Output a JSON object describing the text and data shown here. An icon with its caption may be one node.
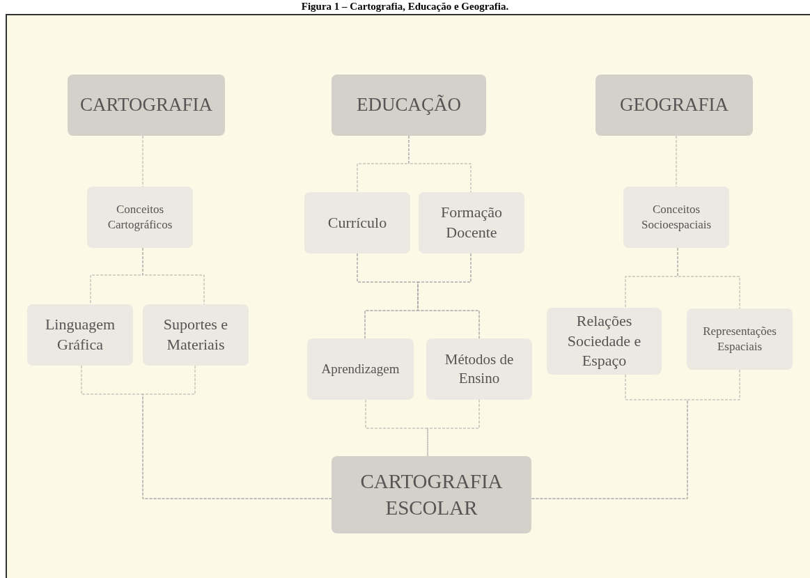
{
  "diagram": {
    "title": "Figura 1 – Cartografia, Educação e Geografia.",
    "nodes": [
      {
        "text": [
          "CARTOGRAFIA"
        ]
      },
      {
        "text": [
          "EDUCAÇÃO"
        ]
      },
      {
        "text": [
          "GEOGRAFIA"
        ]
      },
      {
        "text": [
          "Conceitos Cartográficos"
        ]
      },
      {
        "text": [
          "Linguagem Gráfica"
        ]
      },
      {
        "text": [
          "Suportes e Materiais"
        ]
      },
      {
        "text": [
          "Currículo"
        ]
      },
      {
        "text": [
          "Formação Docente"
        ]
      },
      {
        "text": [
          "Aprendizagem"
        ]
      },
      {
        "text": [
          "Métodos de Ensino"
        ]
      },
      {
        "text": [
          "Conceitos Socioespaciais"
        ]
      },
      {
        "text": [
          "Relações Sociedade e Espaço"
        ]
      },
      {
        "text": [
          "Representações Espaciais"
        ]
      },
      {
        "text": [
          "CARTOGRAFIA ESCOLAR"
        ]
      }
    ],
    "edges": [
      {
        "from": 0,
        "to": 3,
        "arrow": "none"
      },
      {
        "from": 3,
        "to": 4,
        "arrow": "none"
      },
      {
        "from": 3,
        "to": 5,
        "arrow": "none"
      },
      {
        "from": 4,
        "to": 13,
        "arrow": "none"
      },
      {
        "from": 5,
        "to": 13,
        "arrow": "none"
      },
      {
        "from": 1,
        "to": 6,
        "arrow": "none"
      },
      {
        "from": 1,
        "to": 7,
        "arrow": "none"
      },
      {
        "from": 6,
        "to": 8,
        "arrow": "none"
      },
      {
        "from": 6,
        "to": 9,
        "arrow": "none"
      },
      {
        "from": 7,
        "to": 8,
        "arrow": "none"
      },
      {
        "from": 7,
        "to": 9,
        "arrow": "none"
      },
      {
        "from": 8,
        "to": 13,
        "arrow": "none"
      },
      {
        "from": 9,
        "to": 13,
        "arrow": "none"
      },
      {
        "from": 2,
        "to": 10,
        "arrow": "none"
      },
      {
        "from": 10,
        "to": 11,
        "arrow": "none"
      },
      {
        "from": 10,
        "to": 12,
        "arrow": "none"
      },
      {
        "from": 11,
        "to": 13,
        "arrow": "none"
      },
      {
        "from": 12,
        "to": 13,
        "arrow": "none"
      }
    ]
  }
}
